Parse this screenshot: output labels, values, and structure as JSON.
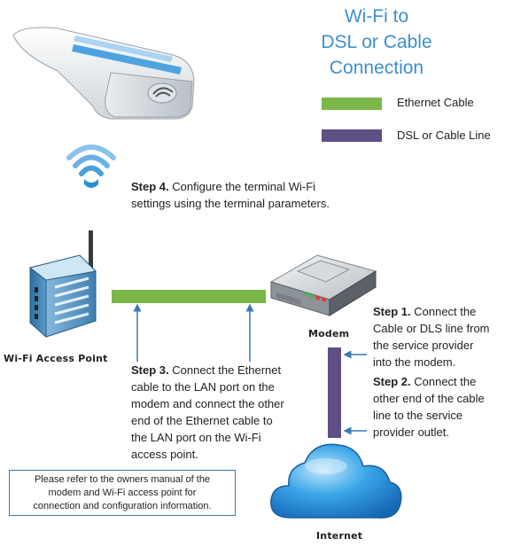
{
  "title": {
    "line1": "Wi-Fi to",
    "line2": "DSL or Cable",
    "line3": "Connection"
  },
  "legend": {
    "items": [
      {
        "label": "Ethernet Cable",
        "color": "#7ab648"
      },
      {
        "label": "DSL or Cable Line",
        "color": "#5e4f85"
      }
    ]
  },
  "step4": {
    "bold": "Step 4.",
    "line1": " Configure the terminal Wi-Fi",
    "line2": "settings using the terminal parameters."
  },
  "step1": {
    "bold": "Step 1.",
    "line1": " Connect the",
    "line2": "Cable or DLS line from",
    "line3": "the service provider",
    "line4": "into the modem."
  },
  "step2": {
    "bold": "Step 2.",
    "line1": " Connect the",
    "line2": "other end of the cable",
    "line3": "line to the service",
    "line4": "provider outlet."
  },
  "step3": {
    "bold": "Step 3.",
    "line1": " Connect the Ethernet",
    "line2": "cable to the LAN port on the",
    "line3": "modem and connect the other",
    "line4": "end of the Ethernet cable to",
    "line5": "the LAN port on the Wi-Fi",
    "line6": "access point."
  },
  "devices": {
    "access_point_label": "Wi-Fi Access Point",
    "modem_label": "Modem",
    "internet_label": "Internet"
  },
  "note": {
    "line1": "Please refer to the owners manual of the",
    "line2": "modem and Wi-Fi access point for",
    "line3": "connection and configuration information."
  },
  "colors": {
    "title": "#3e8ed0",
    "ethernet": "#7ab648",
    "dsl": "#5e4f85",
    "arrow": "#3a78b5",
    "wifi_signal": "#2b8fd6"
  },
  "icons": [
    "payment-terminal-icon",
    "wifi-signal-icon",
    "wifi-router-icon",
    "modem-icon",
    "internet-cloud-icon"
  ]
}
